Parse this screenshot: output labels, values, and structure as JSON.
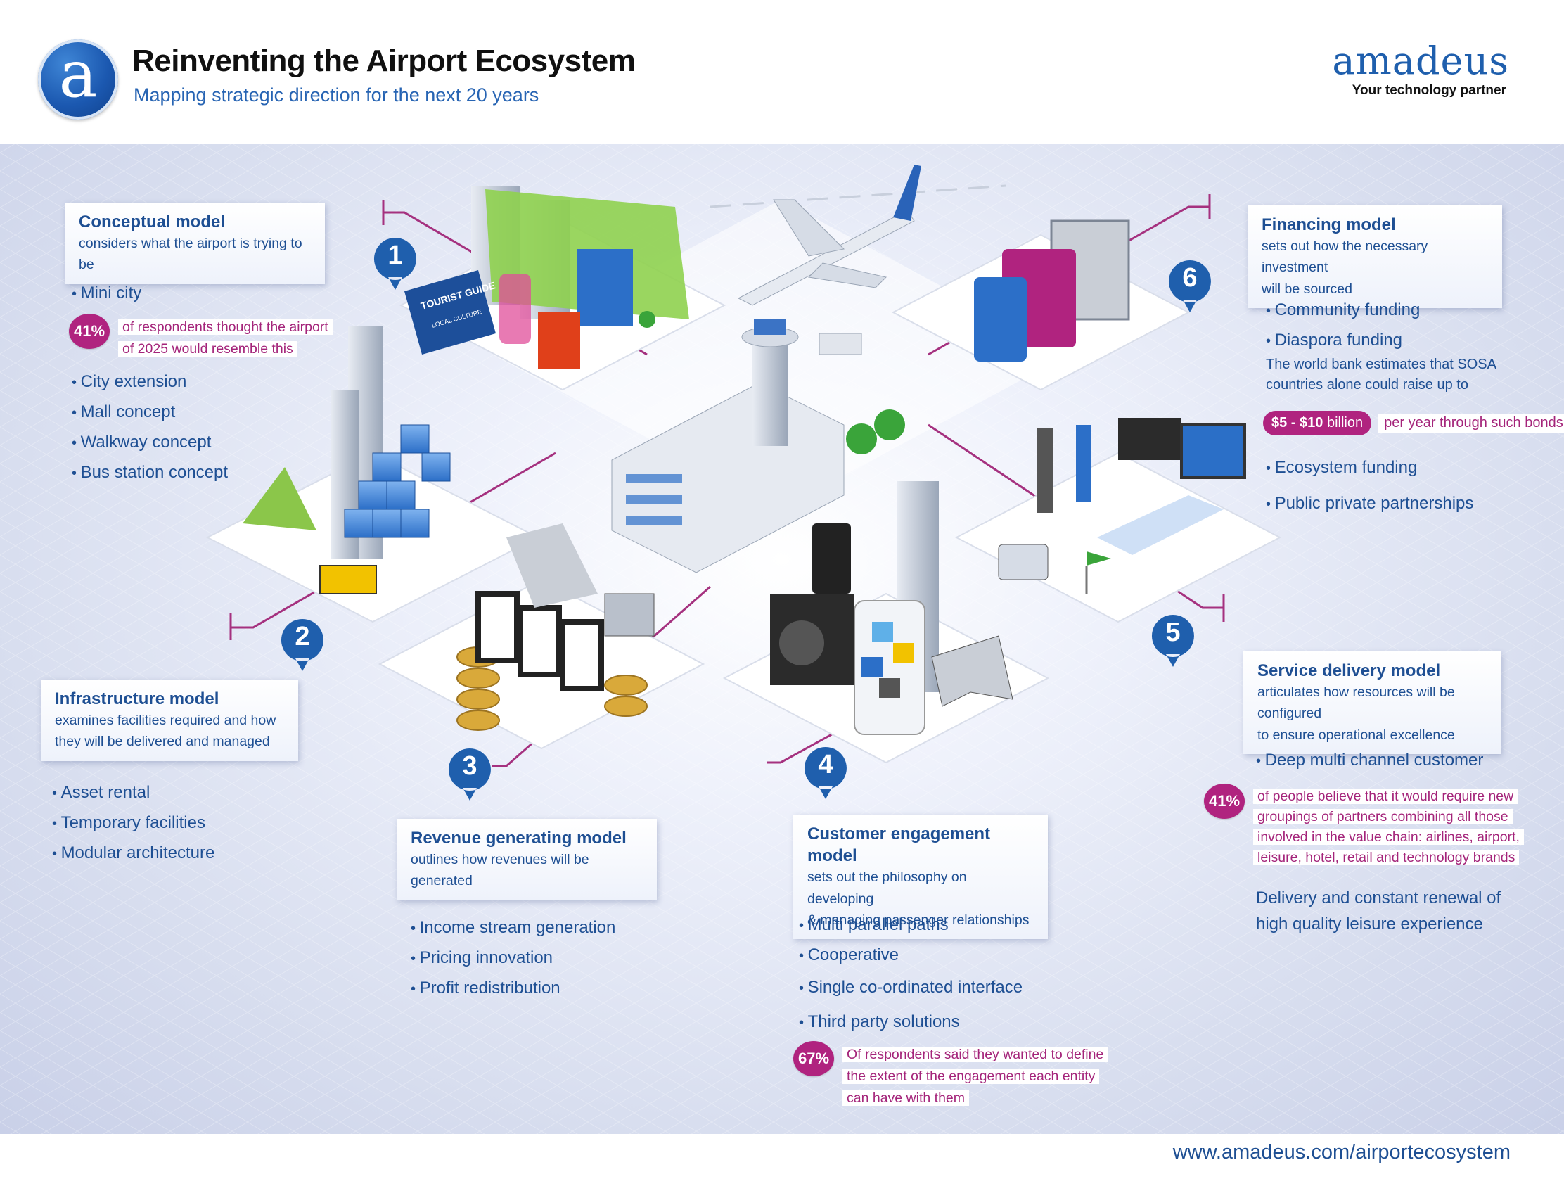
{
  "header": {
    "logo_letter": "a",
    "title": "Reinventing the Airport Ecosystem",
    "subtitle": "Mapping strategic direction for the next 20 years",
    "brand": "amadeus",
    "brand_tagline": "Your technology partner"
  },
  "footer": {
    "url": "www.amadeus.com/airportecosystem"
  },
  "illustration_text": {
    "guide_book": "TOURIST GUIDE",
    "guide_book_sub": "LOCAL CULTURE"
  },
  "models": {
    "conceptual": {
      "number": "1",
      "title": "Conceptual model",
      "desc": "considers what the airport is trying to be",
      "bullets_a": [
        "Mini city"
      ],
      "stat": {
        "value": "41%",
        "lines": [
          "of respondents  thought the airport",
          "of 2025 would resemble this"
        ]
      },
      "bullets_b": [
        "City extension",
        "Mall concept",
        "Walkway concept",
        "Bus station concept"
      ]
    },
    "infrastructure": {
      "number": "2",
      "title": "Infrastructure model",
      "desc_lines": [
        "examines facilities required and how",
        "they will be delivered and managed"
      ],
      "bullets": [
        "Asset rental",
        "Temporary facilities",
        "Modular architecture"
      ]
    },
    "revenue": {
      "number": "3",
      "title": "Revenue generating model",
      "desc": "outlines how revenues will be generated",
      "bullets": [
        "Income stream generation",
        "Pricing innovation",
        "Profit redistribution"
      ]
    },
    "customer": {
      "number": "4",
      "title": "Customer engagement model",
      "desc_lines": [
        "sets out the philosophy on developing",
        "& managing passenger relationships"
      ],
      "bullets": [
        "Multi parallel paths",
        "Cooperative",
        "Single co-ordinated interface",
        "Third party solutions"
      ],
      "stat": {
        "value": "67%",
        "lines": [
          "Of respondents said they wanted to define",
          "the extent of the engagement each entity",
          "can have with them"
        ]
      }
    },
    "service": {
      "number": "5",
      "title": "Service delivery model",
      "desc_lines": [
        "articulates how resources will be configured",
        "to ensure operational excellence"
      ],
      "bullets_a": [
        "Deep multi channel customer"
      ],
      "stat": {
        "value": "41%",
        "lines": [
          "of people believe that it would require new",
          "groupings of partners combining all those",
          "involved in the value chain: airlines, airport,",
          "leisure, hotel, retail and technology brands"
        ]
      },
      "bullets_b_lines": [
        "Delivery and constant renewal of",
        "high quality leisure experience"
      ]
    },
    "financing": {
      "number": "6",
      "title": "Financing model",
      "desc_lines": [
        "sets out how the necessary investment",
        "will be sourced"
      ],
      "bullets_a": [
        "Community funding",
        "Diaspora funding"
      ],
      "note_lines": [
        "The world bank estimates that SOSA",
        "countries alone could raise up to"
      ],
      "money": {
        "badge_range": "$5 - $10",
        "badge_unit": "billion",
        "text": "per year through such bonds"
      },
      "bullets_b": [
        "Ecosystem funding",
        "Public private partnerships"
      ]
    }
  },
  "colors": {
    "brand_blue": "#1e4f93",
    "accent_magenta": "#b0237f",
    "marker_blue": "#1f5fad",
    "connector": "#a5317f"
  }
}
